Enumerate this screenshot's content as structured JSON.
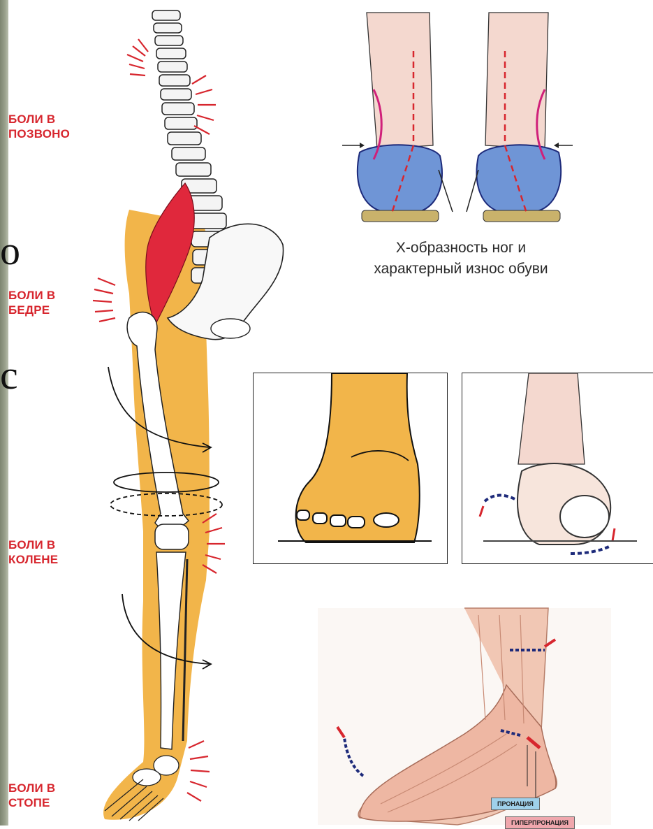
{
  "cut_glyphs": [
    "o",
    "c"
  ],
  "pain_labels": [
    {
      "id": "spine",
      "text": "БОЛИ В\nПОЗВОНО"
    },
    {
      "id": "hip",
      "text": "БОЛИ В\nБЕДРЕ"
    },
    {
      "id": "knee",
      "text": "БОЛИ В\nКОЛЕНЕ"
    },
    {
      "id": "foot",
      "text": "БОЛИ В\nСТОПЕ"
    }
  ],
  "top_right": {
    "caption_line1": "Х-образность ног и",
    "caption_line2": "характерный износ обуви"
  },
  "foot_tags": {
    "pronation": "ПРОНАЦИЯ",
    "hyperpronation": "ГИПЕРПРОНАЦИЯ"
  },
  "colors": {
    "leg_fill": "#f2b54a",
    "pain_red": "#d7262e",
    "muscle_red": "#e0283c",
    "shoe_blue": "#6f95d6",
    "tag_blue": "#9fd0ea",
    "tag_pink": "#f0a7ad",
    "skin": "#f1c7b4",
    "arrow_navy": "#1d2a7a"
  }
}
